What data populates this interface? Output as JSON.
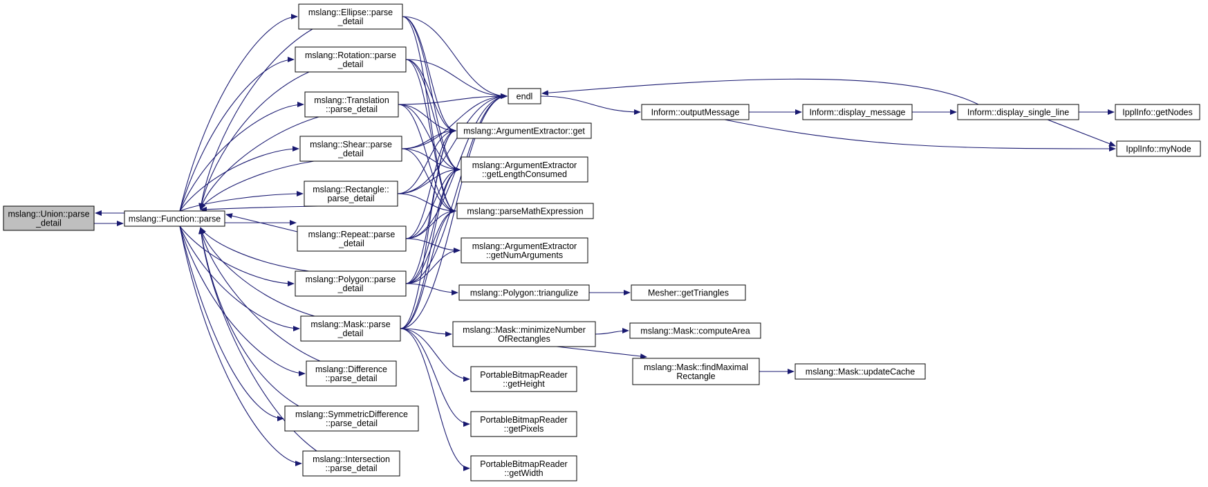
{
  "nodes": [
    {
      "id": "union",
      "lines": [
        "mslang::Union::parse",
        "_detail"
      ],
      "root": true
    },
    {
      "id": "function",
      "lines": [
        "mslang::Function::parse"
      ]
    },
    {
      "id": "ellipse",
      "lines": [
        "mslang::Ellipse::parse",
        "_detail"
      ]
    },
    {
      "id": "rotation",
      "lines": [
        "mslang::Rotation::parse",
        "_detail"
      ]
    },
    {
      "id": "translation",
      "lines": [
        "mslang::Translation",
        "::parse_detail"
      ]
    },
    {
      "id": "shear",
      "lines": [
        "mslang::Shear::parse",
        "_detail"
      ]
    },
    {
      "id": "rectangle",
      "lines": [
        "mslang::Rectangle::",
        "parse_detail"
      ]
    },
    {
      "id": "repeat",
      "lines": [
        "mslang::Repeat::parse",
        "_detail"
      ]
    },
    {
      "id": "polygon",
      "lines": [
        "mslang::Polygon::parse",
        "_detail"
      ]
    },
    {
      "id": "mask",
      "lines": [
        "mslang::Mask::parse",
        "_detail"
      ]
    },
    {
      "id": "difference",
      "lines": [
        "mslang::Difference",
        "::parse_detail"
      ]
    },
    {
      "id": "symdiff",
      "lines": [
        "mslang::SymmetricDifference",
        "::parse_detail"
      ]
    },
    {
      "id": "intersection",
      "lines": [
        "mslang::Intersection",
        "::parse_detail"
      ]
    },
    {
      "id": "endl",
      "lines": [
        "endl"
      ]
    },
    {
      "id": "ae_get",
      "lines": [
        "mslang::ArgumentExtractor::get"
      ]
    },
    {
      "id": "ae_len",
      "lines": [
        "mslang::ArgumentExtractor",
        "::getLengthConsumed"
      ]
    },
    {
      "id": "pme",
      "lines": [
        "mslang::parseMathExpression"
      ]
    },
    {
      "id": "ae_num",
      "lines": [
        "mslang::ArgumentExtractor",
        "::getNumArguments"
      ]
    },
    {
      "id": "triangulize",
      "lines": [
        "mslang::Polygon::triangulize"
      ]
    },
    {
      "id": "minrect",
      "lines": [
        "mslang::Mask::minimizeNumber",
        "OfRectangles"
      ]
    },
    {
      "id": "pbr_h",
      "lines": [
        "PortableBitmapReader",
        "::getHeight"
      ]
    },
    {
      "id": "pbr_p",
      "lines": [
        "PortableBitmapReader",
        "::getPixels"
      ]
    },
    {
      "id": "pbr_w",
      "lines": [
        "PortableBitmapReader",
        "::getWidth"
      ]
    },
    {
      "id": "outmsg",
      "lines": [
        "Inform::outputMessage"
      ]
    },
    {
      "id": "dispmsg",
      "lines": [
        "Inform::display_message"
      ]
    },
    {
      "id": "displine",
      "lines": [
        "Inform::display_single_line"
      ]
    },
    {
      "id": "getnodes",
      "lines": [
        "IpplInfo::getNodes"
      ]
    },
    {
      "id": "mynode",
      "lines": [
        "IpplInfo::myNode"
      ]
    },
    {
      "id": "gettri",
      "lines": [
        "Mesher::getTriangles"
      ]
    },
    {
      "id": "comparea",
      "lines": [
        "mslang::Mask::computeArea"
      ]
    },
    {
      "id": "findmax",
      "lines": [
        "mslang::Mask::findMaximal",
        "Rectangle"
      ]
    },
    {
      "id": "updcache",
      "lines": [
        "mslang::Mask::updateCache"
      ]
    }
  ],
  "edges": [
    [
      "union",
      "function"
    ],
    [
      "function",
      "union"
    ],
    [
      "function",
      "ellipse"
    ],
    [
      "function",
      "rotation"
    ],
    [
      "function",
      "translation"
    ],
    [
      "function",
      "shear"
    ],
    [
      "function",
      "rectangle"
    ],
    [
      "function",
      "repeat"
    ],
    [
      "function",
      "polygon"
    ],
    [
      "function",
      "mask"
    ],
    [
      "function",
      "difference"
    ],
    [
      "function",
      "symdiff"
    ],
    [
      "function",
      "intersection"
    ],
    [
      "ellipse",
      "function"
    ],
    [
      "rotation",
      "function"
    ],
    [
      "translation",
      "function"
    ],
    [
      "shear",
      "function"
    ],
    [
      "rectangle",
      "function"
    ],
    [
      "repeat",
      "function"
    ],
    [
      "polygon",
      "function"
    ],
    [
      "mask",
      "function"
    ],
    [
      "difference",
      "function"
    ],
    [
      "symdiff",
      "function"
    ],
    [
      "intersection",
      "function"
    ],
    [
      "ellipse",
      "endl"
    ],
    [
      "ellipse",
      "ae_get"
    ],
    [
      "ellipse",
      "ae_len"
    ],
    [
      "ellipse",
      "pme"
    ],
    [
      "rotation",
      "endl"
    ],
    [
      "rotation",
      "ae_get"
    ],
    [
      "rotation",
      "ae_len"
    ],
    [
      "rotation",
      "pme"
    ],
    [
      "translation",
      "endl"
    ],
    [
      "translation",
      "ae_get"
    ],
    [
      "translation",
      "ae_len"
    ],
    [
      "translation",
      "pme"
    ],
    [
      "shear",
      "endl"
    ],
    [
      "shear",
      "ae_get"
    ],
    [
      "shear",
      "ae_len"
    ],
    [
      "shear",
      "pme"
    ],
    [
      "rectangle",
      "endl"
    ],
    [
      "rectangle",
      "ae_get"
    ],
    [
      "rectangle",
      "ae_len"
    ],
    [
      "rectangle",
      "pme"
    ],
    [
      "repeat",
      "endl"
    ],
    [
      "repeat",
      "ae_get"
    ],
    [
      "repeat",
      "ae_len"
    ],
    [
      "repeat",
      "pme"
    ],
    [
      "repeat",
      "ae_num"
    ],
    [
      "polygon",
      "endl"
    ],
    [
      "polygon",
      "ae_get"
    ],
    [
      "polygon",
      "ae_len"
    ],
    [
      "polygon",
      "pme"
    ],
    [
      "polygon",
      "ae_num"
    ],
    [
      "polygon",
      "triangulize"
    ],
    [
      "mask",
      "endl"
    ],
    [
      "mask",
      "ae_get"
    ],
    [
      "mask",
      "ae_len"
    ],
    [
      "mask",
      "pme"
    ],
    [
      "mask",
      "minrect"
    ],
    [
      "mask",
      "pbr_h"
    ],
    [
      "mask",
      "pbr_p"
    ],
    [
      "mask",
      "pbr_w"
    ],
    [
      "endl",
      "outmsg"
    ],
    [
      "outmsg",
      "dispmsg"
    ],
    [
      "outmsg",
      "mynode"
    ],
    [
      "dispmsg",
      "displine"
    ],
    [
      "displine",
      "endl"
    ],
    [
      "displine",
      "getnodes"
    ],
    [
      "displine",
      "mynode"
    ],
    [
      "triangulize",
      "gettri"
    ],
    [
      "minrect",
      "comparea"
    ],
    [
      "minrect",
      "findmax"
    ],
    [
      "findmax",
      "updcache"
    ]
  ]
}
